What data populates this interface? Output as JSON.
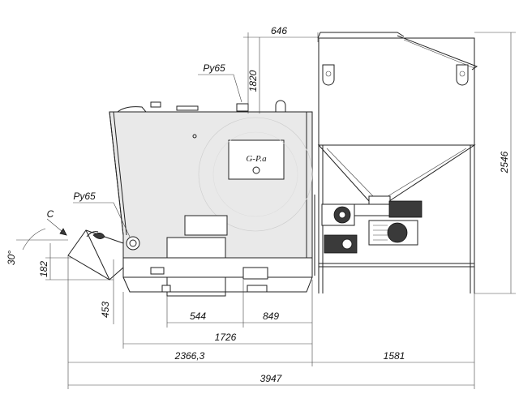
{
  "dimensions": {
    "top_width": "646",
    "height_1820": "1820",
    "height_total": "2546",
    "angle": "30°",
    "nozzle_height": "182",
    "base_height": "453",
    "width_544": "544",
    "width_849": "849",
    "width_1726": "1726",
    "width_2366": "2366,3",
    "width_1581": "1581",
    "width_total": "3947"
  },
  "labels": {
    "port_top": "Ру65",
    "port_left": "Ру65",
    "direction_c": "C",
    "brand_logo": "G-P.a"
  }
}
